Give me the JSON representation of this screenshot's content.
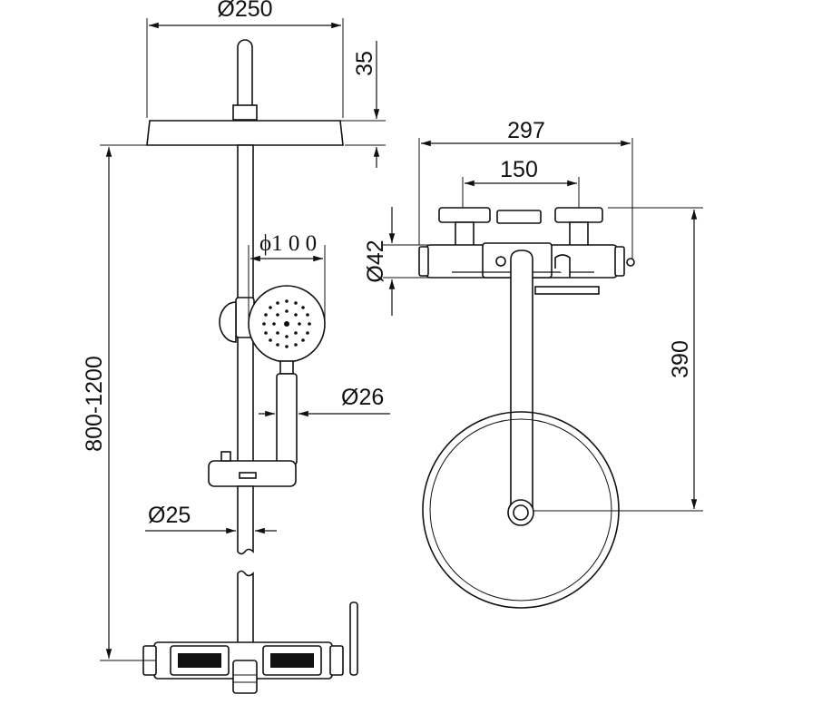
{
  "dimensions": {
    "head_diameter": "Ø250",
    "head_height": "35",
    "rail_height": "800-1200",
    "hand_shower_diameter": "ϕ1 0 0",
    "handle_diameter": "Ø26",
    "rail_diameter": "Ø25",
    "overall_width": "297",
    "inlet_spacing": "150",
    "body_diameter": "Ø42",
    "arm_length": "390"
  }
}
